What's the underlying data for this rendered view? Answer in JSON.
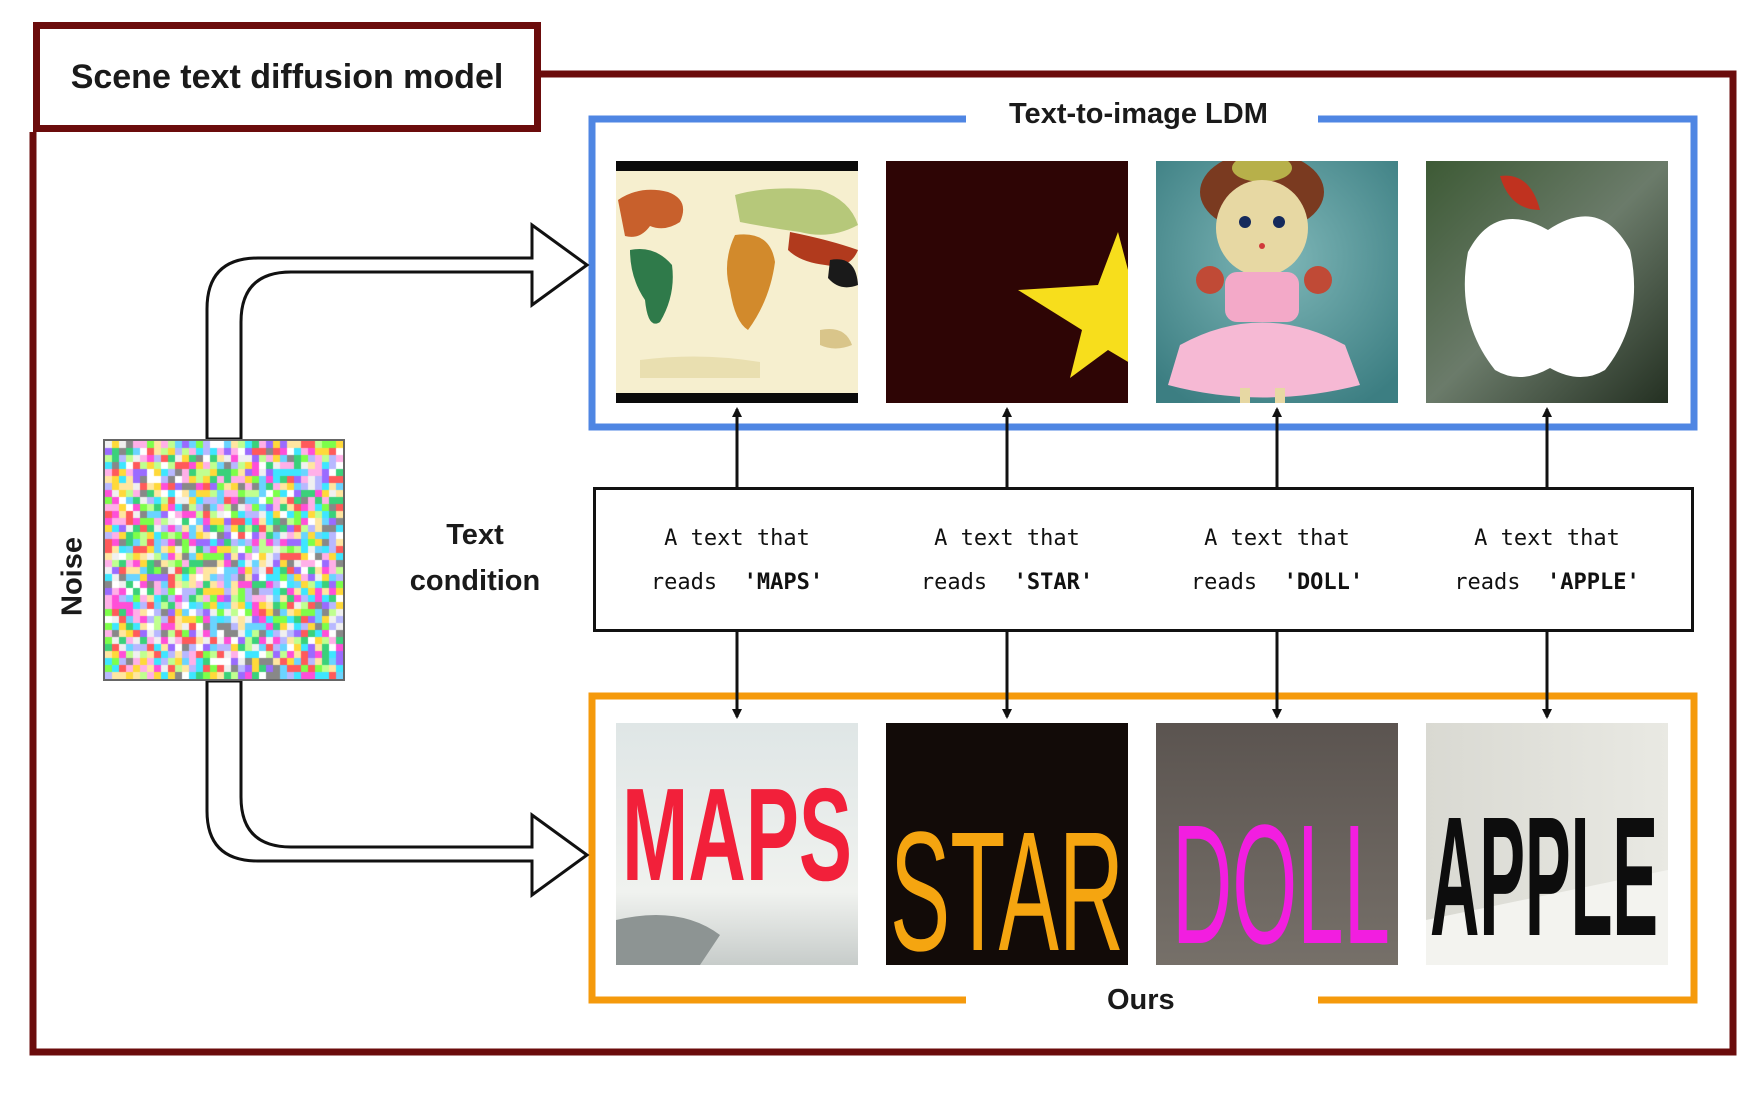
{
  "title": "Scene text diffusion model",
  "top_group_label": "Text-to-image LDM",
  "bottom_group_label": "Ours",
  "noise_label": "Noise",
  "condition_label_line1": "Text",
  "condition_label_line2": "condition",
  "prompts": [
    {
      "line1": "A text that",
      "reads": "reads",
      "word": "'MAPS'"
    },
    {
      "line1": "A text that",
      "reads": "reads",
      "word": "'STAR'"
    },
    {
      "line1": "A text that",
      "reads": "reads",
      "word": "'DOLL'"
    },
    {
      "line1": "A text that",
      "reads": "reads",
      "word": "'APPLE'"
    }
  ],
  "ours_words": [
    "MAPS",
    "STAR",
    "DOLL",
    "APPLE"
  ],
  "ldm_images": [
    "world map",
    "star",
    "knitted doll",
    "apple"
  ],
  "colors": {
    "outer_frame": "#6b0c0c",
    "ldm_frame": "#4f86e3",
    "ours_frame": "#f59a0c",
    "maps_text": "#f2203a",
    "star_text": "#f5a510",
    "doll_text": "#f21ee0",
    "apple_text": "#0d0d0d"
  }
}
